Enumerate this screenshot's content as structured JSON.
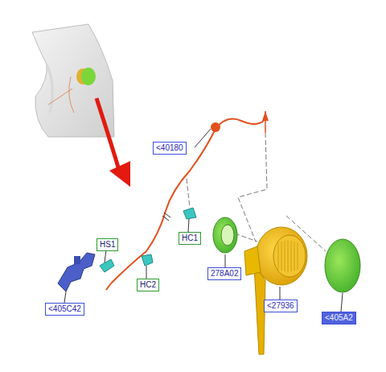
{
  "diagram": {
    "nodes": [
      {
        "text": [
          "<40180"
        ]
      },
      {
        "text": [
          "HC1"
        ]
      },
      {
        "text": [
          "HS1"
        ]
      },
      {
        "text": [
          "278A02"
        ]
      },
      {
        "text": [
          "HC2"
        ]
      },
      {
        "text": [
          "<27936"
        ]
      },
      {
        "text": [
          "<405C42"
        ]
      },
      {
        "text": [
          "<405A2"
        ]
      }
    ]
  }
}
